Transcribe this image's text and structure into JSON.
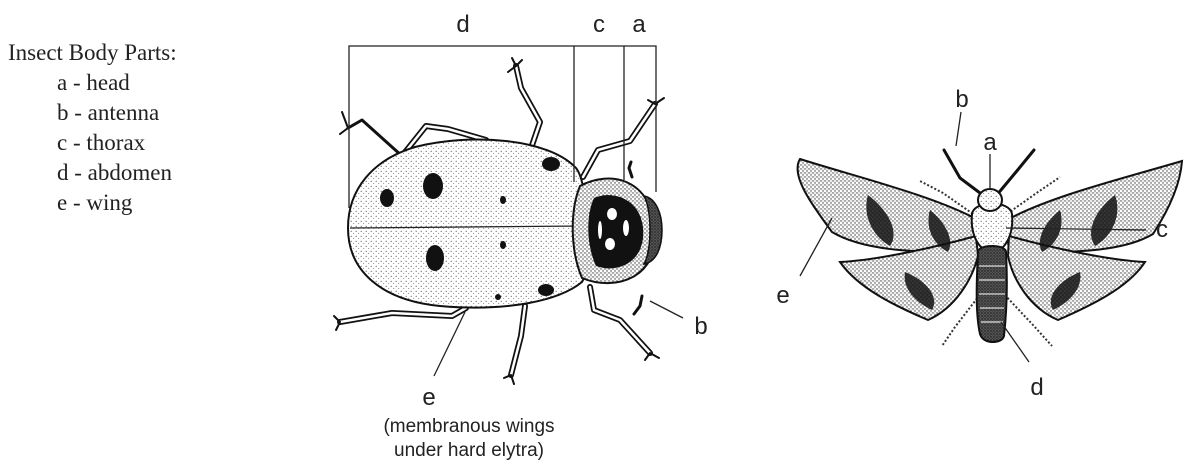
{
  "legend": {
    "title": "Insect Body Parts:",
    "items": [
      {
        "letter": "a",
        "name": "head"
      },
      {
        "letter": "b",
        "name": "antenna"
      },
      {
        "letter": "c",
        "name": "thorax"
      },
      {
        "letter": "d",
        "name": "abdomen"
      },
      {
        "letter": "e",
        "name": "wing"
      }
    ]
  },
  "beetle": {
    "labels": {
      "a": "a",
      "b": "b",
      "c": "c",
      "d": "d",
      "e": "e"
    },
    "note_line1": "(membranous wings",
    "note_line2": "under hard elytra)"
  },
  "moth": {
    "labels": {
      "a": "a",
      "b": "b",
      "c": "c",
      "d": "d",
      "e": "e"
    }
  }
}
